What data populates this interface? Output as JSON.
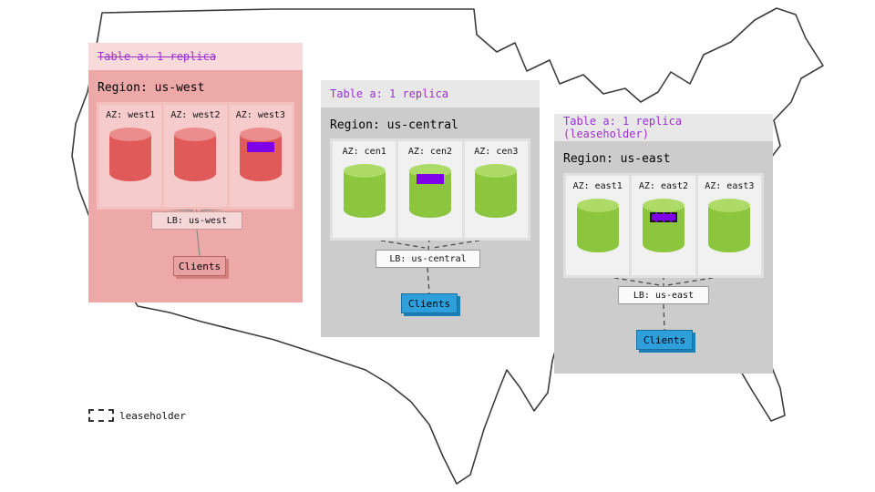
{
  "legend": {
    "label": "leaseholder"
  },
  "regions": [
    {
      "table_label": "Table a: 1 replica",
      "table_label_struck": true,
      "region_label": "Region: us-west",
      "azs": [
        {
          "label": "AZ: west1"
        },
        {
          "label": "AZ: west2"
        },
        {
          "label": "AZ: west3",
          "marker": "replica"
        }
      ],
      "lb_label": "LB: us-west",
      "clients_label": "Clients"
    },
    {
      "table_label": "Table a: 1 replica",
      "table_label_struck": false,
      "region_label": "Region: us-central",
      "azs": [
        {
          "label": "AZ: cen1"
        },
        {
          "label": "AZ: cen2",
          "marker": "replica"
        },
        {
          "label": "AZ: cen3"
        }
      ],
      "lb_label": "LB: us-central",
      "clients_label": "Clients"
    },
    {
      "table_label": "Table a: 1 replica (leaseholder)",
      "table_label_struck": false,
      "region_label": "Region: us-east",
      "azs": [
        {
          "label": "AZ: east1"
        },
        {
          "label": "AZ: east2",
          "marker": "leaseholder"
        },
        {
          "label": "AZ: east3"
        }
      ],
      "lb_label": "LB: us-east",
      "clients_label": "Clients"
    }
  ],
  "colors": {
    "table_label_purple": "#9c2fd0",
    "replica_marker_purple": "#7d00e8",
    "west_cylinder_red": "#e05a5a",
    "green_cylinder": "#8cc63e",
    "clients_blue": "#2e9fdb",
    "clients_pink": "#e9a2a2",
    "west_card_pink": "#eda8a8",
    "gray_card": "#cccccc"
  }
}
